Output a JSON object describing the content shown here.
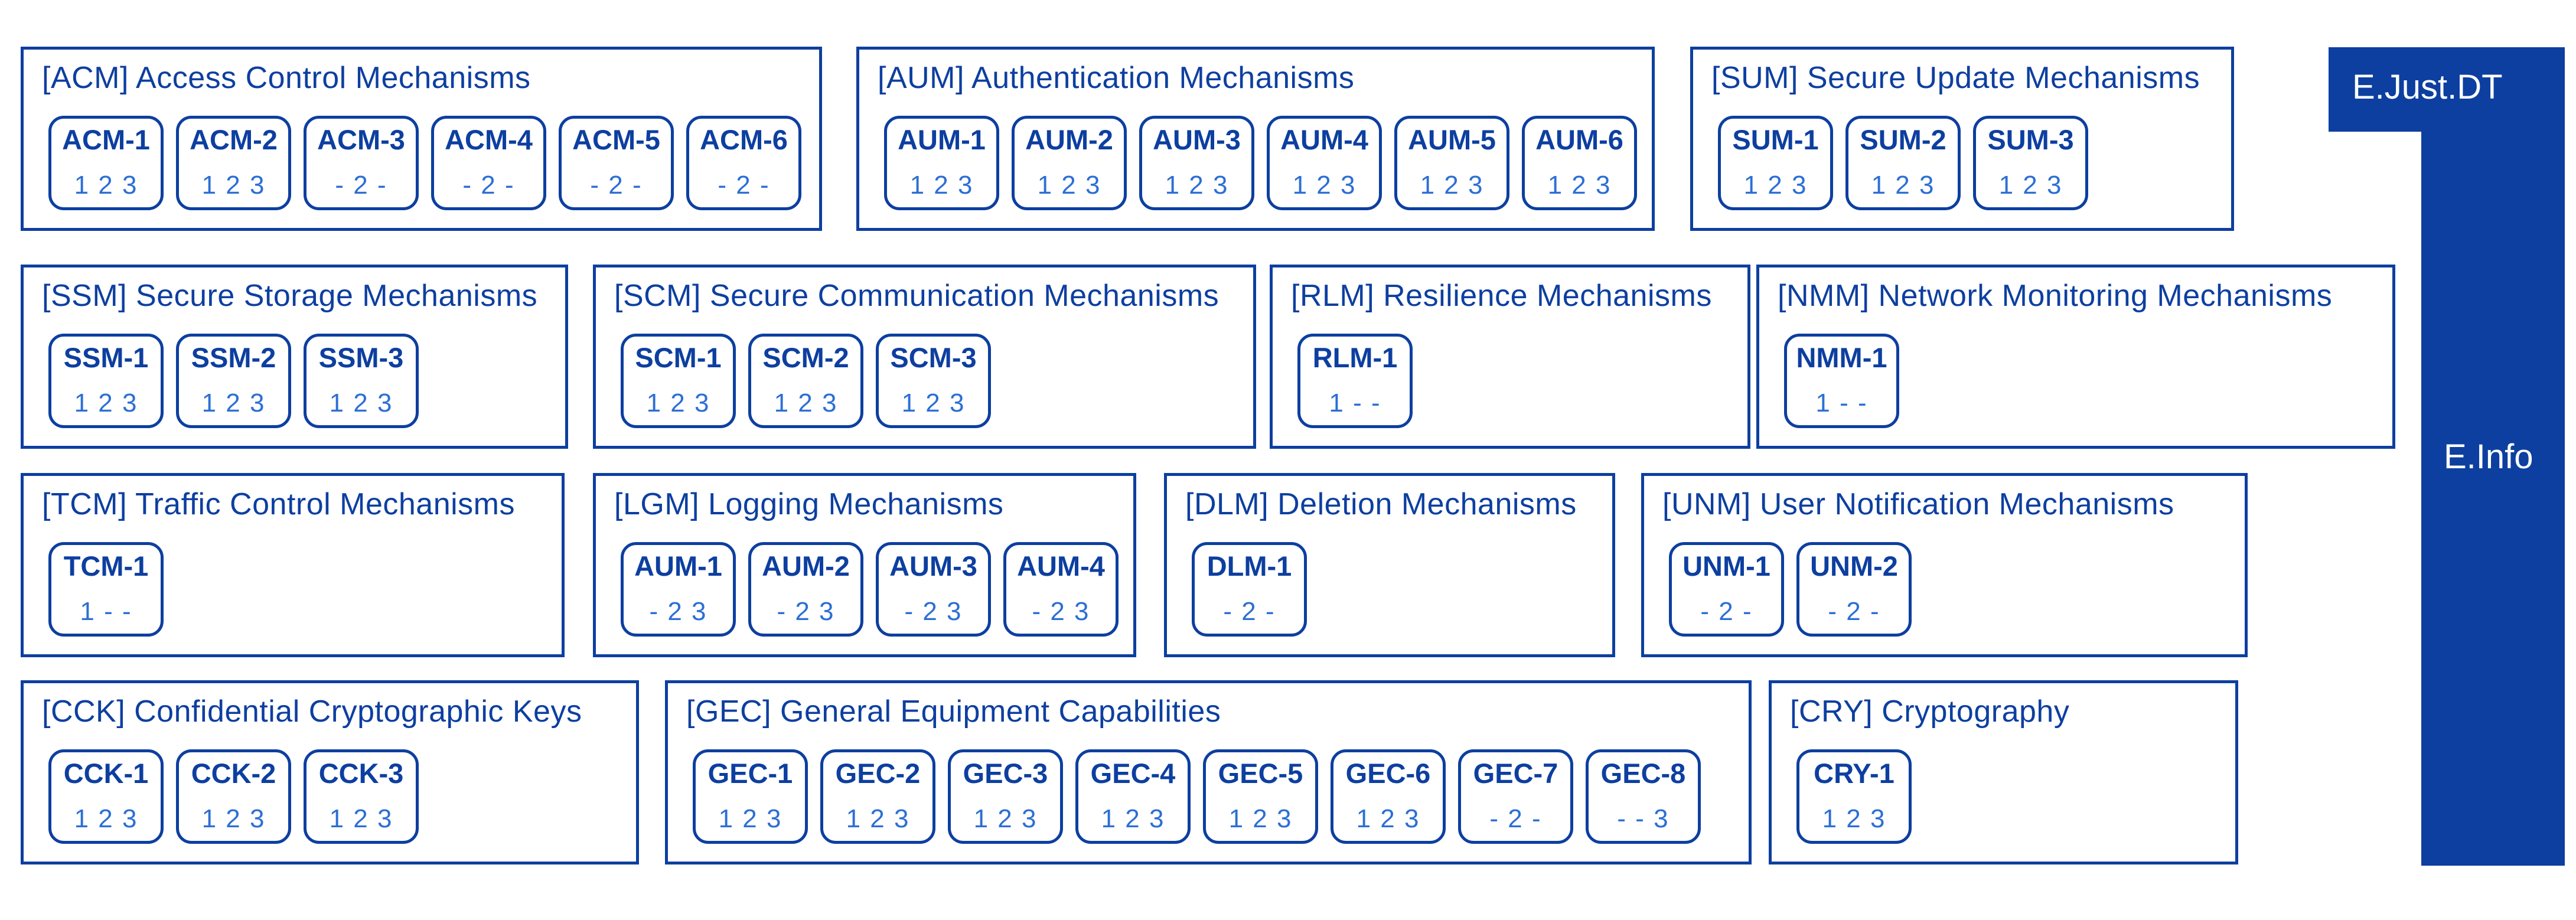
{
  "groups": [
    {
      "title": "[ACM] Access Control Mechanisms",
      "items": [
        {
          "id": "ACM-1",
          "levels": "1 2 3"
        },
        {
          "id": "ACM-2",
          "levels": "1 2 3"
        },
        {
          "id": "ACM-3",
          "levels": "- 2 -"
        },
        {
          "id": "ACM-4",
          "levels": "- 2 -"
        },
        {
          "id": "ACM-5",
          "levels": "- 2 -"
        },
        {
          "id": "ACM-6",
          "levels": "- 2 -"
        }
      ]
    },
    {
      "title": "[AUM] Authentication Mechanisms",
      "items": [
        {
          "id": "AUM-1",
          "levels": "1 2 3"
        },
        {
          "id": "AUM-2",
          "levels": "1 2 3"
        },
        {
          "id": "AUM-3",
          "levels": "1 2 3"
        },
        {
          "id": "AUM-4",
          "levels": "1 2 3"
        },
        {
          "id": "AUM-5",
          "levels": "1 2 3"
        },
        {
          "id": "AUM-6",
          "levels": "1 2 3"
        }
      ]
    },
    {
      "title": "[SUM] Secure Update Mechanisms",
      "items": [
        {
          "id": "SUM-1",
          "levels": "1 2 3"
        },
        {
          "id": "SUM-2",
          "levels": "1 2 3"
        },
        {
          "id": "SUM-3",
          "levels": "1 2 3"
        }
      ]
    },
    {
      "title": "[SSM] Secure Storage Mechanisms",
      "items": [
        {
          "id": "SSM-1",
          "levels": "1 2 3"
        },
        {
          "id": "SSM-2",
          "levels": "1 2 3"
        },
        {
          "id": "SSM-3",
          "levels": "1 2 3"
        }
      ]
    },
    {
      "title": "[SCM] Secure Communication Mechanisms",
      "items": [
        {
          "id": "SCM-1",
          "levels": "1 2 3"
        },
        {
          "id": "SCM-2",
          "levels": "1 2 3"
        },
        {
          "id": "SCM-3",
          "levels": "1 2 3"
        }
      ]
    },
    {
      "title": "[RLM] Resilience Mechanisms",
      "items": [
        {
          "id": "RLM-1",
          "levels": "1 - -"
        }
      ]
    },
    {
      "title": "[NMM] Network Monitoring Mechanisms",
      "items": [
        {
          "id": "NMM-1",
          "levels": "1 - -"
        }
      ]
    },
    {
      "title": "[TCM] Traffic Control Mechanisms",
      "items": [
        {
          "id": "TCM-1",
          "levels": "1 - -"
        }
      ]
    },
    {
      "title": "[LGM] Logging Mechanisms",
      "items": [
        {
          "id": "AUM-1",
          "levels": "- 2 3"
        },
        {
          "id": "AUM-2",
          "levels": "- 2 3"
        },
        {
          "id": "AUM-3",
          "levels": "- 2 3"
        },
        {
          "id": "AUM-4",
          "levels": "- 2 3"
        }
      ]
    },
    {
      "title": "[DLM] Deletion Mechanisms",
      "items": [
        {
          "id": "DLM-1",
          "levels": "- 2 -"
        }
      ]
    },
    {
      "title": "[UNM] User Notification Mechanisms",
      "items": [
        {
          "id": "UNM-1",
          "levels": "- 2 -"
        },
        {
          "id": "UNM-2",
          "levels": "- 2 -"
        }
      ]
    },
    {
      "title": "[CCK] Confidential Cryptographic Keys",
      "items": [
        {
          "id": "CCK-1",
          "levels": "1 2 3"
        },
        {
          "id": "CCK-2",
          "levels": "1 2 3"
        },
        {
          "id": "CCK-3",
          "levels": "1 2 3"
        }
      ]
    },
    {
      "title": "[GEC] General Equipment Capabilities",
      "items": [
        {
          "id": "GEC-1",
          "levels": "1 2 3"
        },
        {
          "id": "GEC-2",
          "levels": "1 2 3"
        },
        {
          "id": "GEC-3",
          "levels": "1 2 3"
        },
        {
          "id": "GEC-4",
          "levels": "1 2 3"
        },
        {
          "id": "GEC-5",
          "levels": "1 2 3"
        },
        {
          "id": "GEC-6",
          "levels": "1 2 3"
        },
        {
          "id": "GEC-7",
          "levels": "- 2 -"
        },
        {
          "id": "GEC-8",
          "levels": "- - 3"
        }
      ]
    },
    {
      "title": "[CRY] Cryptography",
      "items": [
        {
          "id": "CRY-1",
          "levels": "1 2 3"
        }
      ]
    }
  ],
  "side_panel": {
    "top_label": "E.Just.DT",
    "main_label": "E.Info"
  },
  "colors": {
    "primary": "#0d3fa0",
    "levels_text": "#2c6fd4",
    "background": "#ffffff"
  }
}
